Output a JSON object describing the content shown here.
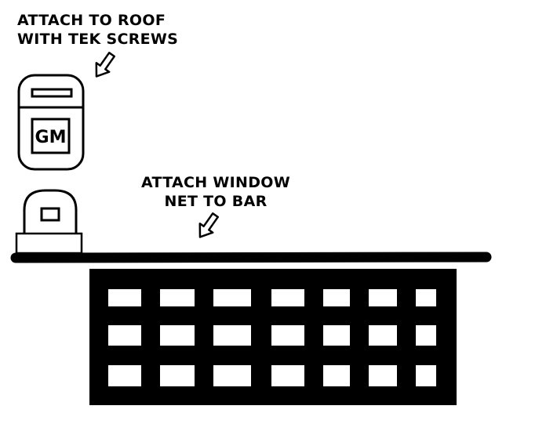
{
  "labels": {
    "roof_line1": "ATTACH TO ROOF",
    "roof_line2": "WITH TEK SCREWS",
    "net_line1": "ATTACH WINDOW",
    "net_line2": "NET TO BAR"
  },
  "mount": {
    "badge_text": "GM"
  },
  "net": {
    "rows": 3,
    "columns": 7
  },
  "colors": {
    "ink": "#000000",
    "background": "#ffffff"
  }
}
